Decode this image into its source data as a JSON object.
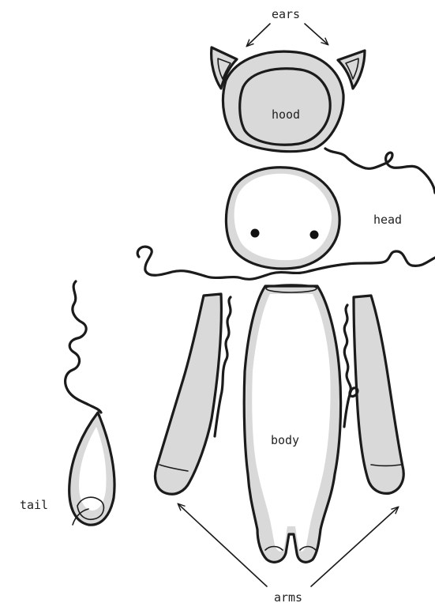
{
  "labels": {
    "ears": "ears",
    "hood": "hood",
    "head": "head",
    "body": "body",
    "tail": "tail",
    "arms": "arms"
  },
  "colors": {
    "ink": "#1b1b1b",
    "shade": "#d9d9d9",
    "paper": "#ffffff"
  }
}
